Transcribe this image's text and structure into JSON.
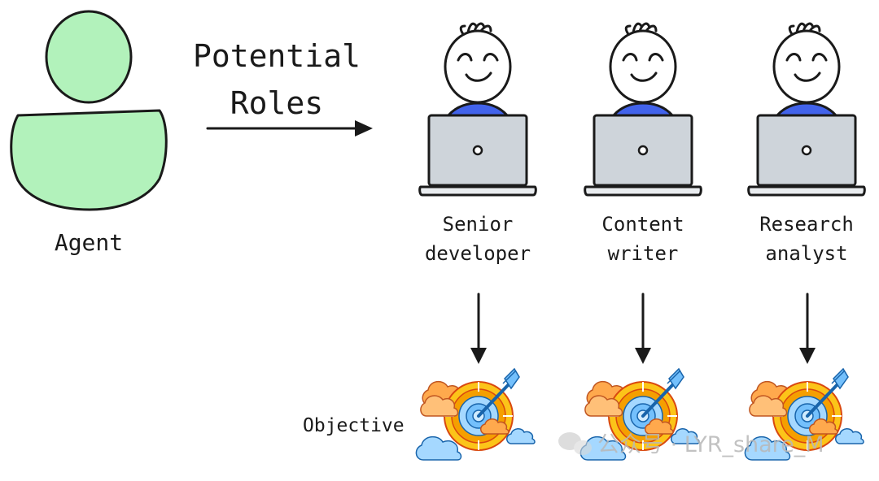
{
  "diagram": {
    "agent": {
      "label": "Agent",
      "icon": "agent-person-icon",
      "fill": "#b2f2bb"
    },
    "roles_heading": {
      "line1": "Potential",
      "line2": "Roles"
    },
    "roles": [
      {
        "line1": "Senior",
        "line2": "developer",
        "icon": "developer-at-laptop-icon"
      },
      {
        "line1": "Content",
        "line2": "writer",
        "icon": "developer-at-laptop-icon"
      },
      {
        "line1": "Research",
        "line2": "analyst",
        "icon": "developer-at-laptop-icon"
      }
    ],
    "objective": {
      "label": "Objective",
      "icon": "target-with-arrow-icon"
    },
    "watermark": "公众号 · LYR_share_M",
    "colors": {
      "agent_fill": "#b2f2bb",
      "shirt": "#4263eb",
      "laptop": "#ced4da",
      "target_yellow": "#fcc419",
      "target_orange": "#f59f00",
      "target_blue": "#74c0fc",
      "cloud_orange": "#ffa94d",
      "cloud_blue": "#74c0fc"
    }
  }
}
